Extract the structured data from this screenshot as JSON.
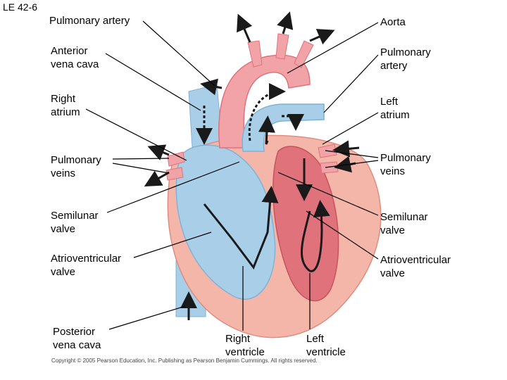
{
  "figure": {
    "id": "LE 42-6",
    "copyright": "Copyright © 2005 Pearson Education, Inc. Publishing as Pearson Benjamin Cummings. All rights reserved."
  },
  "labels": {
    "pulmonary_artery_top": "Pulmonary artery",
    "aorta": "Aorta",
    "anterior_vena_cava": "Anterior\nvena cava",
    "pulmonary_artery_right": "Pulmonary\nartery",
    "right_atrium": "Right\natrium",
    "left_atrium": "Left\natrium",
    "pulmonary_veins_left": "Pulmonary\nveins",
    "pulmonary_veins_right": "Pulmonary\nveins",
    "semilunar_valve_left": "Semilunar\nvalve",
    "semilunar_valve_right": "Semilunar\nvalve",
    "av_valve_left": "Atrioventricular\nvalve",
    "av_valve_right": "Atrioventricular\nvalve",
    "posterior_vena_cava": "Posterior\nvena cava",
    "right_ventricle": "Right\nventricle",
    "left_ventricle": "Left\nventricle"
  },
  "colors": {
    "deoxygenated": "#a9cfe8",
    "deoxygenated_dark": "#7fb2d6",
    "oxygenated": "#f2a3a8",
    "oxygenated_dark": "#e0727c",
    "muscle": "#f4b6a8",
    "arrow": "#1a1a1a"
  }
}
